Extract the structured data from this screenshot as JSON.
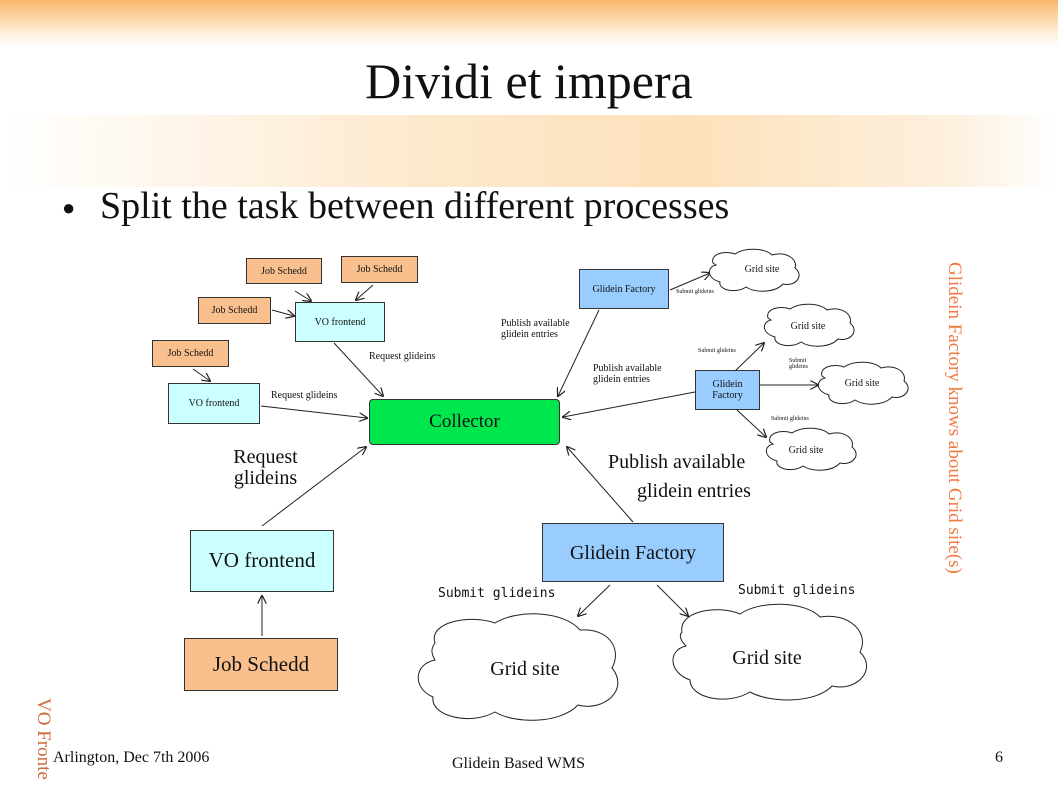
{
  "slide": {
    "title": "Dividi et impera",
    "bullet": "Split the task between different processes",
    "side_right": "Glidein Factory knows about Grid site(s)",
    "side_left": "VO Fronte"
  },
  "diagram": {
    "collector": "Collector",
    "job_schedd": "Job Schedd",
    "vo_frontend": "VO frontend",
    "glidein_factory": "Glidein Factory",
    "glidein_factory_small": "Glidein Factory",
    "grid_site": "Grid site",
    "request_glideins_big": "Request glideins",
    "request_glideins_small": "Request glideins",
    "publish_big_1": "Publish available",
    "publish_big_2": "glidein entries",
    "publish_small": "Publish available glidein entries",
    "submit_glideins": "Submit glideins"
  },
  "footer": {
    "left": "Arlington, Dec 7th 2006",
    "center": "Glidein Based WMS",
    "page": "6"
  }
}
